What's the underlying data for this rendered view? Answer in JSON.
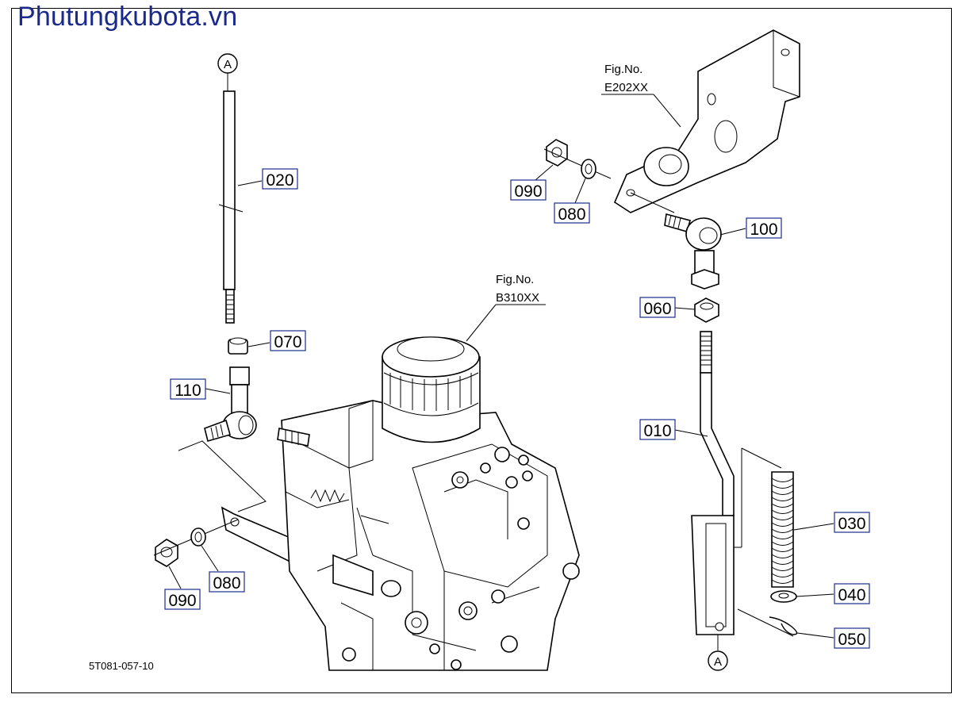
{
  "site_title": "Phutungkubota.vn",
  "figure_code": "5T081-057-10",
  "fig_refs": [
    {
      "line1": "Fig.No.",
      "line2": "E202XX"
    },
    {
      "line1": "Fig.No.",
      "line2": "B310XX"
    }
  ],
  "callout_marker": "A",
  "part_labels": [
    "020",
    "070",
    "110",
    "090",
    "080",
    "090",
    "080",
    "100",
    "060",
    "010",
    "030",
    "040",
    "050"
  ]
}
